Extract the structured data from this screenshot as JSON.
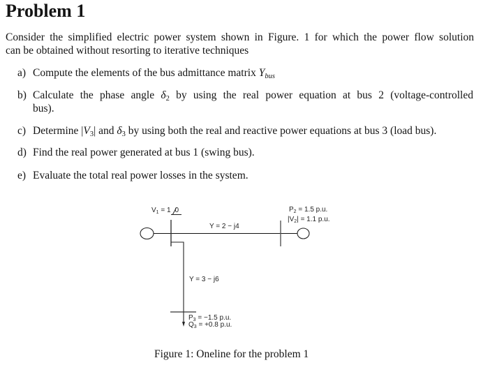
{
  "document": {
    "heading": "Problem 1",
    "intro": {
      "line1": "Consider the simplified electric power system shown in Figure. 1 for which the power flow solution",
      "line2": "can be obtained without resorting to iterative techniques"
    },
    "tasks": [
      {
        "label": "a)",
        "text": "Compute the elements of the bus admittance matrix ",
        "symbol": "Y",
        "symbol_sub": "bus"
      },
      {
        "label": "b)",
        "text_before": "Calculate the phase angle ",
        "symbol": "δ",
        "symbol_sub": "2",
        "text_after": " by using the real power equation at bus 2 (voltage-controlled",
        "text_wrap": "bus)."
      },
      {
        "label": "c)",
        "text_before": "Determine ",
        "abs_open": "|",
        "symbol1": "V",
        "symbol1_sub": "3",
        "abs_close": "|",
        "text_mid": " and ",
        "symbol2": "δ",
        "symbol2_sub": "3",
        "text_after": " by using both the real and reactive power equations at bus 3 (load bus)."
      },
      {
        "label": "d)",
        "text": "Find the real power generated at bus 1 (swing bus)."
      },
      {
        "label": "e)",
        "text": "Evaluate the total real power losses in the system."
      }
    ]
  },
  "figure": {
    "caption": "Figure 1: Oneline for the problem 1",
    "bus1": {
      "label": "V",
      "sub": "1",
      "eq": " = 1",
      "angle": "0"
    },
    "line_1_2": {
      "admittance": "Y = 2 − j4"
    },
    "line_1_3": {
      "admittance": "Y = 3 − j6"
    },
    "bus2": {
      "p_label": "P",
      "p_sub": "2",
      "p_value": " = 1.5 p.u.",
      "v_label": "|V",
      "v_sub": "2",
      "v_value": "| = 1.1 p.u."
    },
    "bus3": {
      "p_label": "P",
      "p_sub": "3",
      "p_value": " = −1.5 p.u.",
      "q_label": "Q",
      "q_sub": "3",
      "q_value": " = +0.8 p.u."
    }
  }
}
